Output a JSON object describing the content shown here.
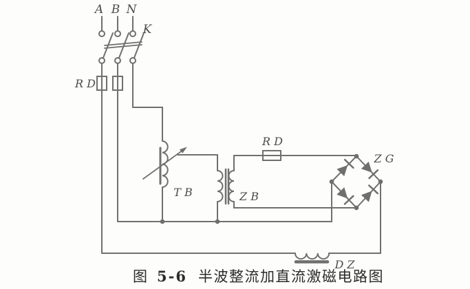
{
  "figure": {
    "fig_prefix": "图",
    "fig_number": "5-6",
    "title": "半波整流加直流激磁电路图"
  },
  "labels": {
    "phase_a": "A",
    "phase_b": "B",
    "phase_n": "N",
    "switch_k": "K",
    "fuse_main": "R D",
    "autotransformer": "T B",
    "isolation_transformer": "Z B",
    "fuse_field": "R D",
    "rectifier_bridge": "Z G",
    "field_reactor": "D Z"
  },
  "colors": {
    "line": "#6f6f6f",
    "label": "#4c4c4c",
    "caption": "#2b2b2b",
    "background": "#fdfdfb"
  }
}
